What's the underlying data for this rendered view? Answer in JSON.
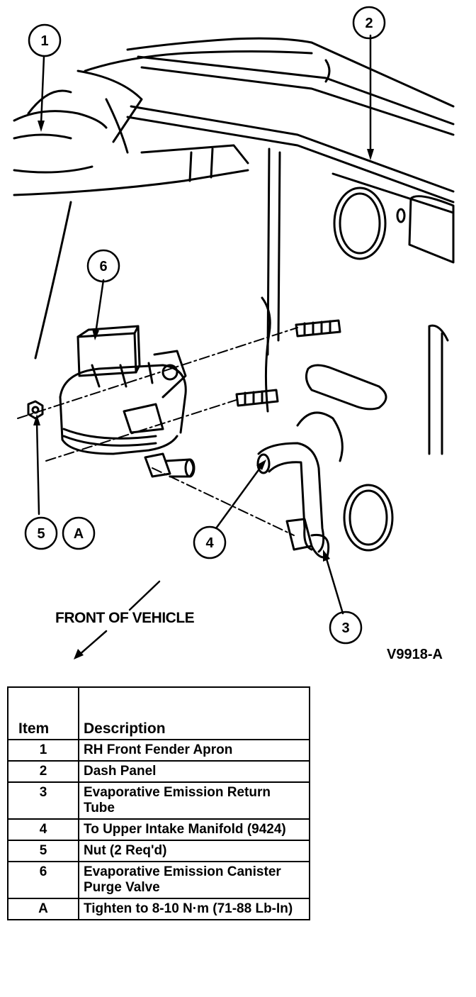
{
  "callouts": [
    "1",
    "2",
    "3",
    "4",
    "5",
    "6",
    "A"
  ],
  "front_label": "FRONT OF VEHICLE",
  "figure_id": "V9918-A",
  "legend": {
    "header_item": "Item",
    "header_description": "Description",
    "rows": [
      {
        "item": "1",
        "description": "RH Front Fender Apron"
      },
      {
        "item": "2",
        "description": "Dash Panel"
      },
      {
        "item": "3",
        "description": "Evaporative Emission Return Tube"
      },
      {
        "item": "4",
        "description": "To Upper Intake Manifold (9424)"
      },
      {
        "item": "5",
        "description": "Nut (2 Req'd)"
      },
      {
        "item": "6",
        "description": "Evaporative Emission Canister Purge Valve"
      },
      {
        "item": "A",
        "description": "Tighten to 8-10 N·m (71-88 Lb-In)"
      }
    ]
  }
}
